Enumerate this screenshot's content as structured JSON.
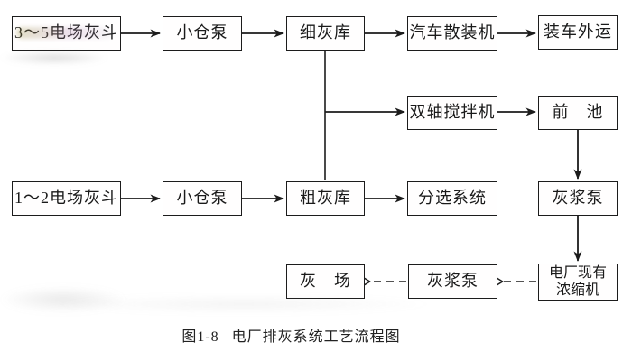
{
  "figure": {
    "figure_no": "图1-8",
    "title": "电厂排灰系统工艺流程图"
  },
  "nodes": {
    "hopper_3_5": {
      "label": "3～5电场灰斗"
    },
    "bin_pump_top": {
      "label": "小仓泵"
    },
    "fine_ash_silo": {
      "label": "细灰库"
    },
    "truck_bulk_loader": {
      "label": "汽车散装机"
    },
    "load_truck_out": {
      "label": "装车外运"
    },
    "twin_shaft_mixer": {
      "label": "双轴搅拌机"
    },
    "forebay": {
      "label": "前　池"
    },
    "hopper_1_2": {
      "label": "1～2电场灰斗"
    },
    "bin_pump_bottom": {
      "label": "小仓泵"
    },
    "coarse_ash_silo": {
      "label": "粗灰库"
    },
    "sorting_system": {
      "label": "分选系统"
    },
    "slurry_pump_right": {
      "label": "灰浆泵"
    },
    "ash_yard": {
      "label": "灰　场"
    },
    "slurry_pump_bottom": {
      "label": "灰浆泵"
    },
    "existing_thickener": {
      "label": "电厂现有\n浓缩机"
    }
  },
  "edges": [
    {
      "from": "hopper_3_5",
      "to": "bin_pump_top",
      "style": "solid-arrow"
    },
    {
      "from": "bin_pump_top",
      "to": "fine_ash_silo",
      "style": "solid-arrow"
    },
    {
      "from": "fine_ash_silo",
      "to": "truck_bulk_loader",
      "style": "solid-arrow"
    },
    {
      "from": "truck_bulk_loader",
      "to": "load_truck_out",
      "style": "solid-arrow"
    },
    {
      "from": "fine_ash_silo",
      "to": "coarse_ash_silo",
      "style": "plain-line"
    },
    {
      "from": "fine_ash_silo",
      "to": "twin_shaft_mixer",
      "style": "solid-arrow"
    },
    {
      "from": "twin_shaft_mixer",
      "to": "forebay",
      "style": "solid-arrow"
    },
    {
      "from": "forebay",
      "to": "slurry_pump_right",
      "style": "solid-arrow"
    },
    {
      "from": "slurry_pump_right",
      "to": "existing_thickener",
      "style": "solid-arrow"
    },
    {
      "from": "hopper_1_2",
      "to": "bin_pump_bottom",
      "style": "solid-arrow"
    },
    {
      "from": "bin_pump_bottom",
      "to": "coarse_ash_silo",
      "style": "solid-arrow"
    },
    {
      "from": "coarse_ash_silo",
      "to": "sorting_system",
      "style": "solid-arrow"
    },
    {
      "from": "existing_thickener",
      "to": "slurry_pump_bottom",
      "style": "dashed-arrow"
    },
    {
      "from": "slurry_pump_bottom",
      "to": "ash_yard",
      "style": "dashed-arrow"
    }
  ],
  "colors": {
    "line": "#1c1c1c",
    "box_border": "#1c1c1c",
    "background": "#ffffff"
  }
}
